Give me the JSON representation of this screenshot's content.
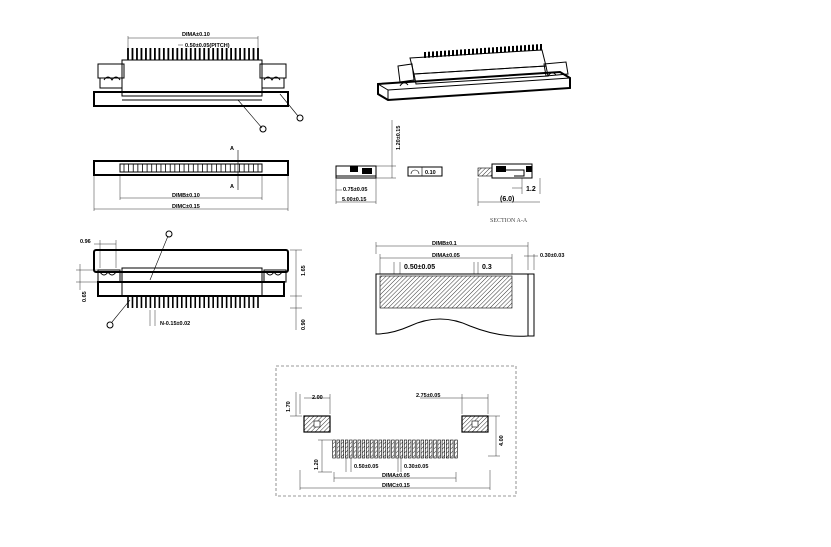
{
  "top_view": {
    "dim_a": "DIMA±0.10",
    "pitch": "0.50±0.05(PITCH)"
  },
  "front_view": {
    "dim_b": "DIMB±0.10",
    "dim_c": "DIMC±0.15",
    "section_top": "A",
    "section_bottom": "A"
  },
  "side_view": {
    "height": "1.20±0.15",
    "width_a": "0.75±0.05",
    "width_b": "5.00±0.15",
    "flatness": "0.10"
  },
  "section_view": {
    "dim_1": "1.2",
    "dim_2": "(6.0)",
    "caption": "SECTION A-A"
  },
  "detail_view": {
    "d1": "0.96",
    "d2": "0.65",
    "d3": "1.65",
    "d4": "0.90",
    "pin": "N-0.15±0.02"
  },
  "fpc_view": {
    "dim_b": "DIMB±0.1",
    "dim_a": "DIMA±0.05",
    "pitch": "0.50±0.05",
    "width": "0.3",
    "thickness": "0.30±0.03"
  },
  "footprint": {
    "d1": "1.70",
    "d2": "2.00",
    "d3": "2.75±0.05",
    "d4": "4.00",
    "d5": "1.20",
    "pitch": "0.50±0.05",
    "pad": "0.30±0.05",
    "dim_a": "DIMA±0.05",
    "dim_c": "DIMC±0.15"
  }
}
